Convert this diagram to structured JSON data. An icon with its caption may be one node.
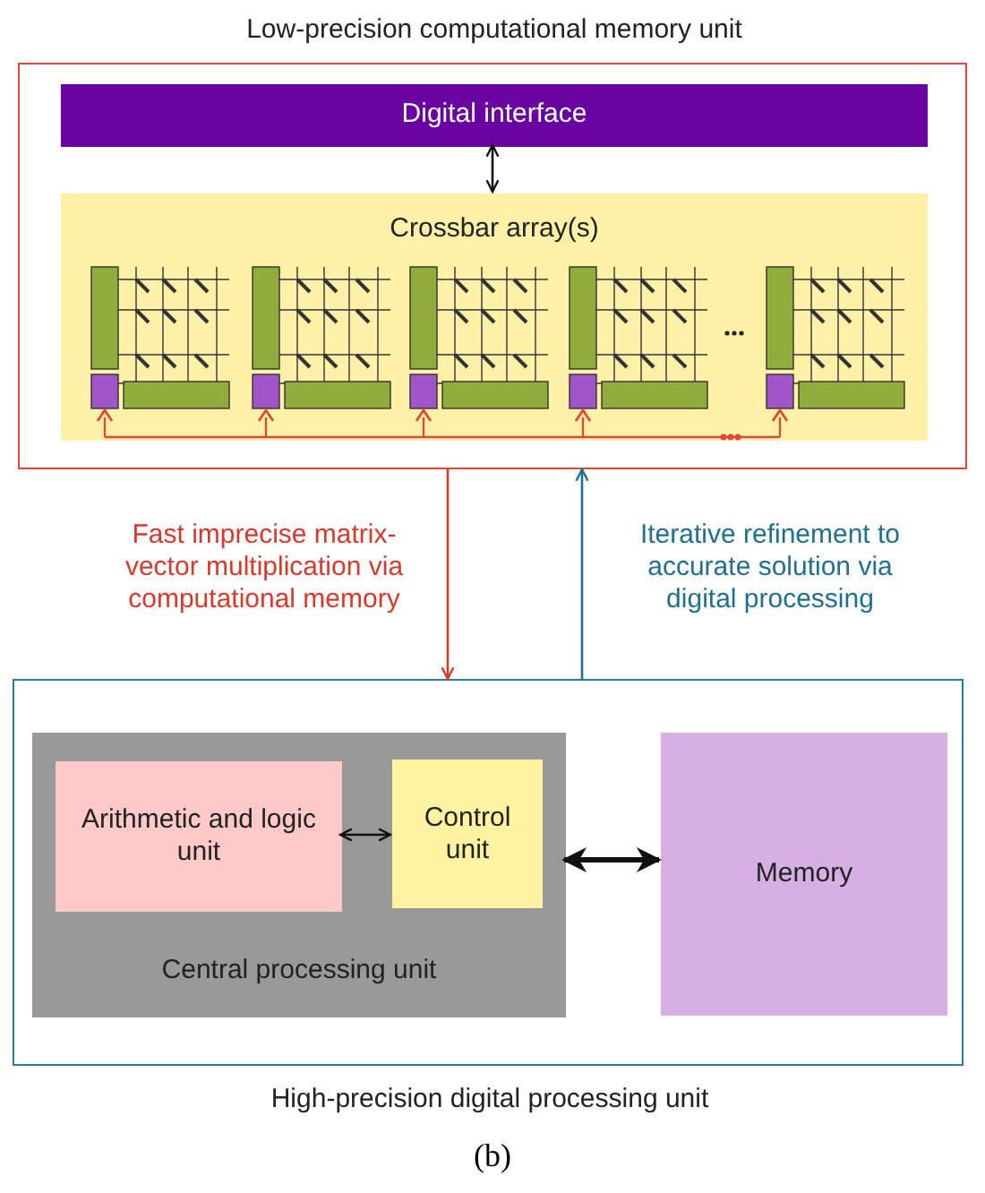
{
  "diagram": {
    "caption": "(b)",
    "nodes": [
      {
        "text": [
          "Low-precision computational memory unit"
        ]
      },
      {
        "text": [
          "Digital interface"
        ],
        "in": 0
      },
      {
        "text": [
          "Crossbar array(s)"
        ],
        "in": 0
      },
      {
        "text": [
          "High-precision digital processing unit"
        ]
      },
      {
        "text": [
          "Central processing unit"
        ],
        "in": 3
      },
      {
        "text": [
          "Arithmetic and logic unit"
        ],
        "in": 4
      },
      {
        "text": [
          "Control unit"
        ],
        "in": 4
      },
      {
        "text": [
          "Memory"
        ],
        "in": 3
      }
    ],
    "edges": [
      {
        "from": 1,
        "to": 2,
        "arrow": "both"
      },
      {
        "from": 0,
        "to": 3,
        "arrow": "to",
        "label": "Fast imprecise matrix-vector multiplication via computational memory",
        "color": "#d9392b"
      },
      {
        "from": 3,
        "to": 0,
        "arrow": "to",
        "label": "Iterative refinement to accurate solution via digital processing",
        "color": "#1f6f92"
      },
      {
        "from": 5,
        "to": 6,
        "arrow": "both"
      },
      {
        "from": 4,
        "to": 7,
        "arrow": "both",
        "style": "thick"
      }
    ]
  }
}
